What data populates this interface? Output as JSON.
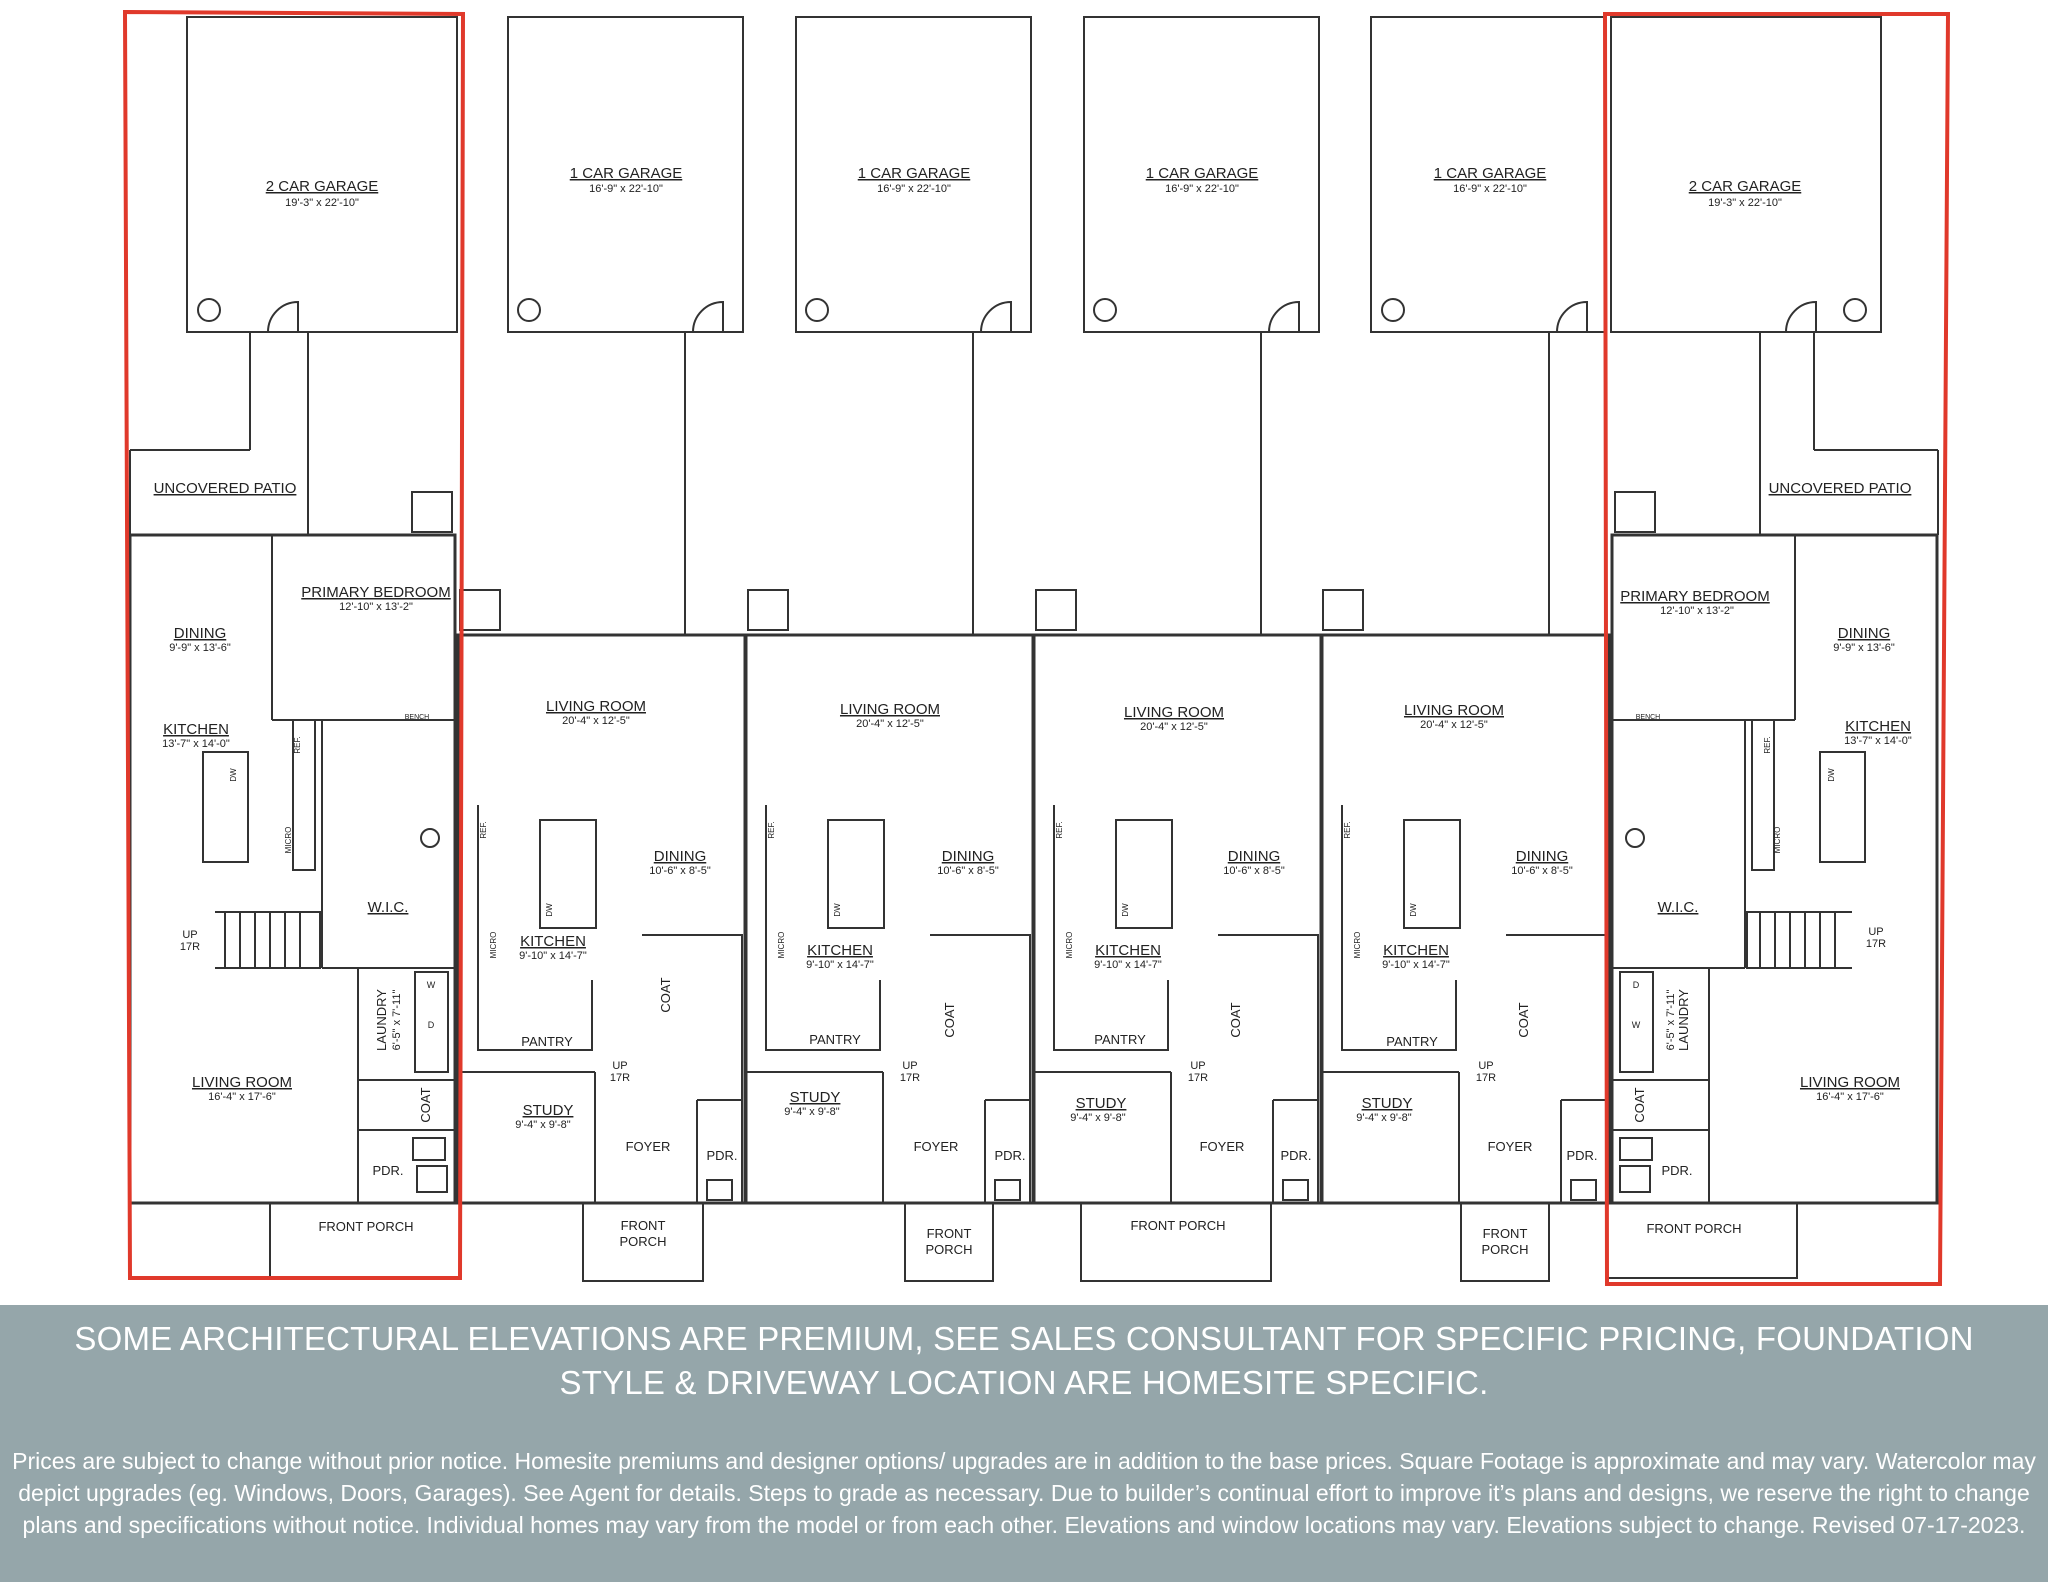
{
  "highlight_color": "#e0392b",
  "banner_color": "#95a6aa",
  "units": [
    {
      "garage": "2 CAR GARAGE",
      "garage_dim": "19'-3\" x 22'-10\"",
      "patio": "UNCOVERED PATIO",
      "primary": "PRIMARY BEDROOM",
      "primary_dim": "12'-10\" x 13'-2\"",
      "dining": "DINING",
      "dining_dim": "9'-9\" x 13'-6\"",
      "kitchen": "KITCHEN",
      "kitchen_dim": "13'-7\" x 14'-0\"",
      "wic": "W.I.C.",
      "up": "UP",
      "up_r": "17R",
      "laundry": "LAUNDRY",
      "laundry_dim": "6'-5\" x 7'-11\"",
      "living": "LIVING ROOM",
      "living_dim": "16'-4\" x 17'-6\"",
      "coat": "COAT",
      "pdr": "PDR.",
      "porch": "FRONT PORCH",
      "bench": "BENCH",
      "ref": "REF.",
      "micro": "MICRO",
      "dw": "DW",
      "w": "W",
      "d": "D"
    },
    {
      "garage": "1 CAR GARAGE",
      "garage_dim": "16'-9\" x 22'-10\"",
      "living": "LIVING ROOM",
      "living_dim": "20'-4\" x 12'-5\"",
      "dining": "DINING",
      "dining_dim": "10'-6\" x 8'-5\"",
      "kitchen": "KITCHEN",
      "kitchen_dim": "9'-10\" x 14'-7\"",
      "pantry": "PANTRY",
      "study": "STUDY",
      "study_dim": "9'-4\" x 9'-8\"",
      "foyer": "FOYER",
      "pdr": "PDR.",
      "coat": "COAT",
      "up": "UP",
      "up_r": "17R",
      "porch1": "FRONT",
      "porch2": "PORCH",
      "ref": "REF.",
      "micro": "MICRO",
      "dw": "DW"
    },
    {
      "garage": "1 CAR GARAGE",
      "garage_dim": "16'-9\" x 22'-10\"",
      "living": "LIVING ROOM",
      "living_dim": "20'-4\" x 12'-5\"",
      "dining": "DINING",
      "dining_dim": "10'-6\" x 8'-5\"",
      "kitchen": "KITCHEN",
      "kitchen_dim": "9'-10\" x 14'-7\"",
      "pantry": "PANTRY",
      "study": "STUDY",
      "study_dim": "9'-4\" x 9'-8\"",
      "foyer": "FOYER",
      "pdr": "PDR.",
      "coat": "COAT",
      "up": "UP",
      "up_r": "17R",
      "porch1": "FRONT",
      "porch2": "PORCH",
      "ref": "REF.",
      "micro": "MICRO",
      "dw": "DW"
    },
    {
      "garage": "1 CAR GARAGE",
      "garage_dim": "16'-9\" x 22'-10\"",
      "living": "LIVING ROOM",
      "living_dim": "20'-4\" x 12'-5\"",
      "dining": "DINING",
      "dining_dim": "10'-6\" x 8'-5\"",
      "kitchen": "KITCHEN",
      "kitchen_dim": "9'-10\" x 14'-7\"",
      "pantry": "PANTRY",
      "study": "STUDY",
      "study_dim": "9'-4\" x 9'-8\"",
      "foyer": "FOYER",
      "pdr": "PDR.",
      "coat": "COAT",
      "up": "UP",
      "up_r": "17R",
      "porch": "FRONT PORCH",
      "ref": "REF.",
      "micro": "MICRO",
      "dw": "DW"
    },
    {
      "garage": "1 CAR GARAGE",
      "garage_dim": "16'-9\" x 22'-10\"",
      "living": "LIVING ROOM",
      "living_dim": "20'-4\" x 12'-5\"",
      "dining": "DINING",
      "dining_dim": "10'-6\" x 8'-5\"",
      "kitchen": "KITCHEN",
      "kitchen_dim": "9'-10\" x 14'-7\"",
      "pantry": "PANTRY",
      "study": "STUDY",
      "study_dim": "9'-4\" x 9'-8\"",
      "foyer": "FOYER",
      "pdr": "PDR.",
      "coat": "COAT",
      "up": "UP",
      "up_r": "17R",
      "porch1": "FRONT",
      "porch2": "PORCH",
      "ref": "REF.",
      "micro": "MICRO",
      "dw": "DW"
    },
    {
      "garage": "2 CAR GARAGE",
      "garage_dim": "19'-3\" x 22'-10\"",
      "patio": "UNCOVERED PATIO",
      "primary": "PRIMARY BEDROOM",
      "primary_dim": "12'-10\" x 13'-2\"",
      "dining": "DINING",
      "dining_dim": "9'-9\" x 13'-6\"",
      "kitchen": "KITCHEN",
      "kitchen_dim": "13'-7\" x 14'-0\"",
      "wic": "W.I.C.",
      "up": "UP",
      "up_r": "17R",
      "laundry": "LAUNDRY",
      "laundry_dim": "6'-5\" x 7'-11\"",
      "living": "LIVING ROOM",
      "living_dim": "16'-4\" x 17'-6\"",
      "coat": "COAT",
      "pdr": "PDR.",
      "porch": "FRONT PORCH",
      "bench": "BENCH",
      "ref": "REF.",
      "micro": "MICRO",
      "dw": "DW",
      "w": "W",
      "d": "D"
    }
  ],
  "banner": {
    "headline": "SOME ARCHITECTURAL ELEVATIONS ARE PREMIUM, SEE SALES CONSULTANT FOR  SPECIFIC PRICING, FOUNDATION STYLE & DRIVEWAY LOCATION ARE HOMESITE SPECIFIC.",
    "disclaimer": "Prices are subject to change without prior notice. Homesite premiums and designer options/ upgrades are in addition to the base prices. Square Footage is approximate and may vary. Watercolor may depict upgrades (eg. Windows, Doors, Garages). See Agent for details. Steps to grade as necessary. Due to builder’s continual effort to improve it’s plans and designs, we reserve the right to change plans and specifications without notice. Individual homes may vary from the model or from each other. Elevations and window locations may vary. Elevations subject to change. Revised 07-17-2023."
  }
}
